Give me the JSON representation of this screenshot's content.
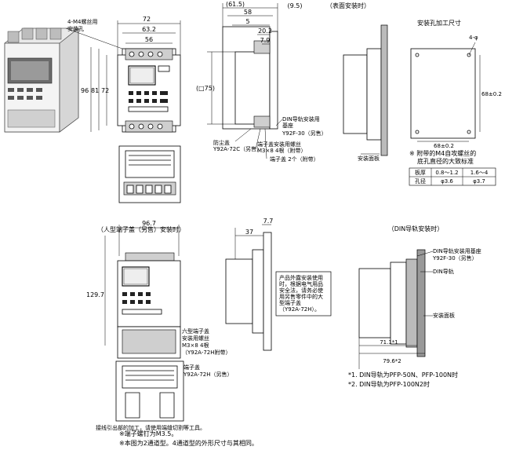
{
  "top_left": {
    "label_screw_hole": "4-M4螺丝用\n安装孔",
    "dim_width": "72",
    "dim_inner": "63.2",
    "dim_inner2": "56",
    "dim_h1": "96",
    "dim_h2": "81",
    "dim_h3": "72",
    "caption": "（人型端子盖（另售）安装时）"
  },
  "side_top": {
    "dim_61_5": "(61.5)",
    "dim_58": "58",
    "dim_9_5": "(9.5)",
    "dim_5": "5",
    "dim_20_2": "20.2",
    "dim_7_9": "7.9",
    "dim_75": "(□75)",
    "label_din_rail": "DIN导轨安装用\n基座",
    "label_y92f30": "Y92F-30（另售）",
    "label_cover": "防尘盖\nY92A-72C（另售）",
    "label_terminal_cover": "端子盖安装用螺丝\nM3×8 4根（附带）",
    "label_terminal_2": "端子盖 2个（附带）"
  },
  "panel_mount": {
    "title": "（表面安装时）",
    "cutout_title": "安装孔加工尺寸",
    "hole_label": "4-φ",
    "dim_68_h": "68±0.2",
    "dim_68_v": "68±0.2",
    "panel_label": "安装面板",
    "note": "※ 附带的M4自攻螺丝的\n底孔直径的大致标准",
    "table": {
      "headers": [
        "板厚",
        "0.8～1.2",
        "1.6～4"
      ],
      "row": [
        "孔径",
        "φ3.6",
        "φ3.7"
      ]
    }
  },
  "bottom_left": {
    "dim_width": "96.7",
    "dim_height": "129.7",
    "dim_37": "37",
    "dim_7_7": "7.7",
    "label_mount_screw": "六型端子盖\n安装用螺丝\nM3×8 4根\n（Y92A-72H附带）",
    "label_cover": "端子盖\nY92A-72H（另售）",
    "label_bottom": "接线引出部的加工，请使用端缝切割等工具。",
    "note_box": "产品外露安装使用\n时，根据电气用品\n安全法，请务必使\n用另售零件中的大\n型端子盖\n（Y92A-72H）。"
  },
  "din_mount": {
    "title": "（DIN导轨安装时）",
    "label_base": "DIN导轨安装用基座",
    "label_y92f": "Y92F-30（另售）",
    "label_rail": "DIN导轨",
    "label_panel": "安装面板",
    "dim_71_1": "71.1*1",
    "dim_79_6": "79.6*2",
    "note1": "*1. DIN导轨为PFP-50N、PFP-100N时",
    "note2": "*2. DIN导轨为PFP-100N2时"
  },
  "footer": {
    "line1": "※端子螺钉为M3.5。",
    "line2": "※本图为2通道型。4通道型的外形尺寸与其相同。"
  }
}
